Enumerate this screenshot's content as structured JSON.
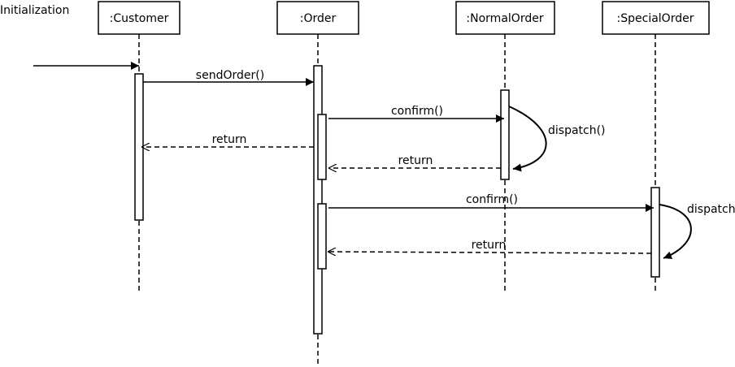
{
  "diagram": {
    "trigger_label": "Initialization",
    "lifelines": [
      {
        "id": "customer",
        "label": ":Customer"
      },
      {
        "id": "order",
        "label": ":Order"
      },
      {
        "id": "normal",
        "label": ":NormalOrder"
      },
      {
        "id": "special",
        "label": ":SpecialOrder"
      }
    ],
    "messages": [
      {
        "id": "sendorder",
        "from": "customer",
        "to": "order",
        "label": "sendOrder()",
        "kind": "call"
      },
      {
        "id": "confirm1",
        "from": "order",
        "to": "normal",
        "label": "confirm()",
        "kind": "call"
      },
      {
        "id": "dispatch1",
        "from": "normal",
        "to": "normal",
        "label": "dispatch()",
        "kind": "self"
      },
      {
        "id": "return1",
        "from": "normal",
        "to": "order",
        "label": "return",
        "kind": "return"
      },
      {
        "id": "return-customer",
        "from": "order",
        "to": "customer",
        "label": "return",
        "kind": "return"
      },
      {
        "id": "confirm2",
        "from": "order",
        "to": "special",
        "label": "confirm()",
        "kind": "call"
      },
      {
        "id": "dispatch2",
        "from": "special",
        "to": "special",
        "label": "dispatch",
        "kind": "self"
      },
      {
        "id": "return2",
        "from": "special",
        "to": "order",
        "label": "return",
        "kind": "return"
      }
    ]
  }
}
